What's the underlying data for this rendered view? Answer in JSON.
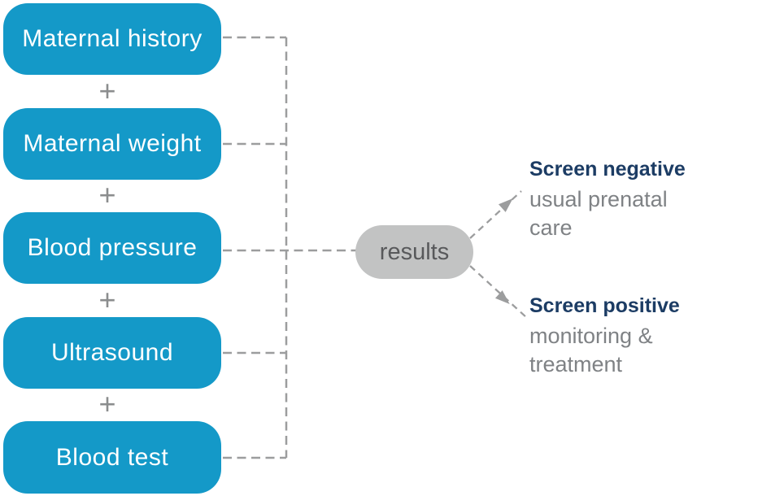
{
  "diagram": {
    "inputs": [
      {
        "label": "Maternal history"
      },
      {
        "label": "Maternal weight"
      },
      {
        "label": "Blood pressure"
      },
      {
        "label": "Ultrasound"
      },
      {
        "label": "Blood test"
      }
    ],
    "plus_symbol": "+",
    "results": {
      "label": "results"
    },
    "outcomes": [
      {
        "title": "Screen negative",
        "description": "usual prenatal care"
      },
      {
        "title": "Screen positive",
        "description": "monitoring & treatment"
      }
    ],
    "colors": {
      "background": "#ffffff",
      "input_box": "#1499c8",
      "input_text": "#ffffff",
      "results_box": "#c2c3c3",
      "results_text": "#58595b",
      "outcome_title": "#1c3c64",
      "outcome_desc": "#7f8285",
      "connector": "#9c9d9e",
      "plus": "#8b8d8e"
    }
  }
}
